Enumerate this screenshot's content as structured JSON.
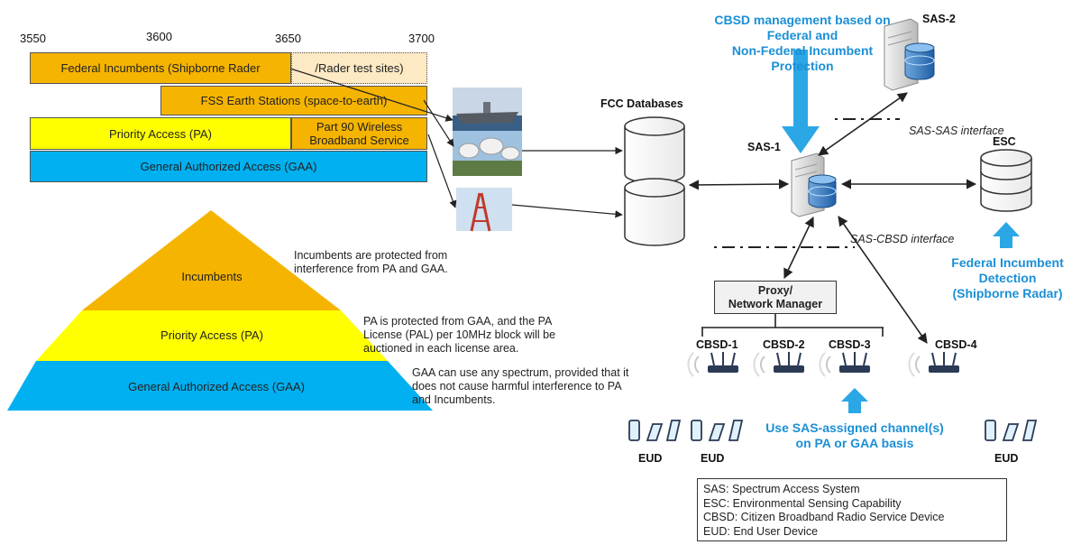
{
  "band_plan": {
    "ticks": [
      "3550",
      "3600",
      "3650",
      "3700"
    ],
    "federal": "Federal Incumbents (Shipborne Rader",
    "radar_test": "/Rader test sites)",
    "fss": "FSS Earth Stations (space-to-earth)",
    "pa": "Priority Access (PA)",
    "part90_line1": "Part 90 Wireless",
    "part90_line2": "Broadband Service",
    "gaa": "General Authorized Access (GAA)"
  },
  "pyramid": {
    "top": "Incumbents",
    "middle": "Priority Access (PA)",
    "bottom": "General Authorized Access (GAA)",
    "note_incumbents_1": "Incumbents  are protected from",
    "note_incumbents_2": "interference from PA and GAA.",
    "note_pa_1": "PA is protected from GAA, and the PA",
    "note_pa_2": "License (PAL) per 10MHz block will be",
    "note_pa_3": "auctioned in each license area.",
    "note_gaa_1": "GAA can use any spectrum, provided that it",
    "note_gaa_2": "does not cause harmful interference to PA",
    "note_gaa_3": "and Incumbents."
  },
  "architecture": {
    "cbsd_mgmt_1": "CBSD management based on Federal and",
    "cbsd_mgmt_2": "Non-Federal Incumbent Protection",
    "fcc_db": "FCC Databases",
    "sas1": "SAS-1",
    "sas2": "SAS-2",
    "esc": "ESC",
    "sas_sas": "SAS-SAS interface",
    "sas_cbsd": "SAS-CBSD interface",
    "fed_detect_1": "Federal Incumbent",
    "fed_detect_2": "Detection",
    "fed_detect_3": "(Shipborne Radar)",
    "proxy_1": "Proxy/",
    "proxy_2": "Network Manager",
    "cbsd1": "CBSD-1",
    "cbsd2": "CBSD-2",
    "cbsd3": "CBSD-3",
    "cbsd4": "CBSD-4",
    "use_sas_1": "Use SAS-assigned channel(s)",
    "use_sas_2": "on PA or GAA basis",
    "eud": "EUD"
  },
  "legend": {
    "sas": "SAS: Spectrum Access System",
    "esc": "ESC: Environmental Sensing Capability",
    "cbsd": "CBSD: Citizen Broadband Radio Service Device",
    "eud": "EUD: End User Device"
  },
  "colors": {
    "orange": "#f5b400",
    "yellow": "#ffff00",
    "gaa_blue": "#00b0f0",
    "accent_blue": "#1b8fd6",
    "radar_test_bg": "#fde9c4"
  }
}
